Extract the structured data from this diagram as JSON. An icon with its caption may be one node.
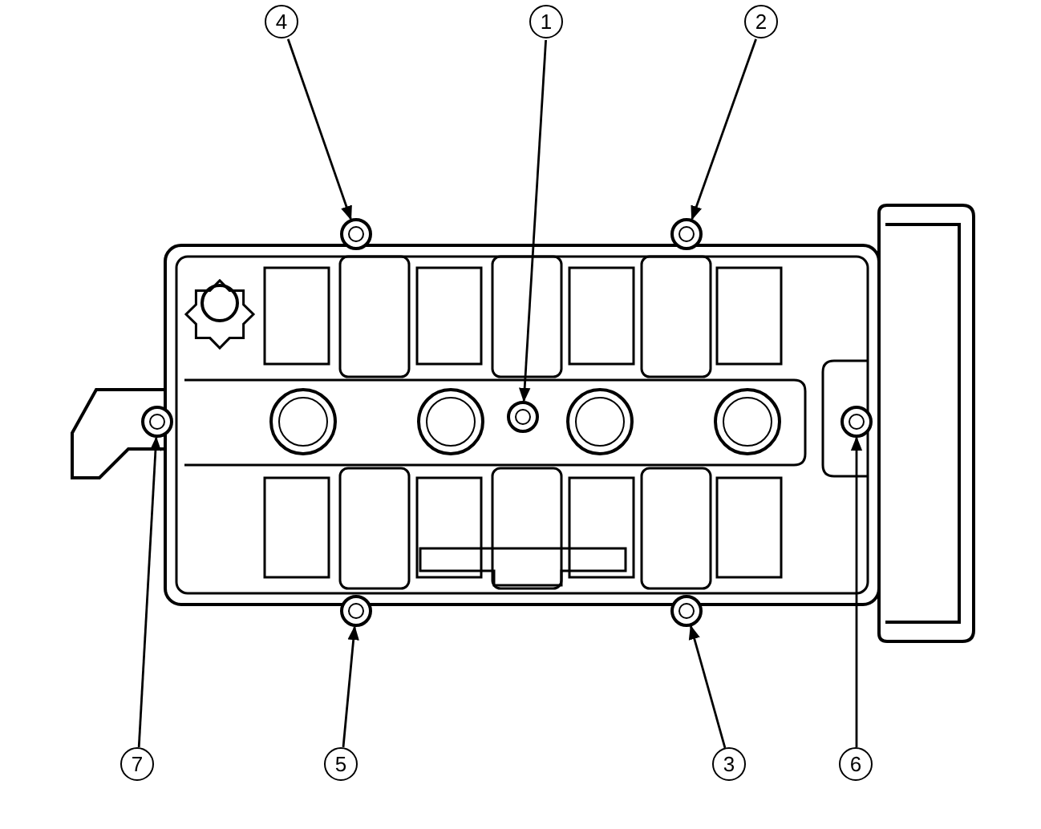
{
  "diagram": {
    "nodes": [
      {
        "text": [
          "4"
        ]
      },
      {
        "text": [
          "1"
        ]
      },
      {
        "text": [
          "2"
        ]
      },
      {
        "text": [
          "7"
        ]
      },
      {
        "text": [
          "5"
        ]
      },
      {
        "text": [
          "3"
        ]
      },
      {
        "text": [
          "6"
        ]
      },
      {
        "text": [],
        "shape": "circle"
      },
      {
        "text": [],
        "shape": "circle"
      },
      {
        "text": [],
        "shape": "circle"
      },
      {
        "text": [],
        "shape": "circle"
      },
      {
        "text": [],
        "shape": "circle"
      },
      {
        "text": [],
        "shape": "circle"
      },
      {
        "text": [],
        "shape": "circle"
      }
    ],
    "edges": [
      {
        "from": 0,
        "to": 8,
        "arrow": "to"
      },
      {
        "from": 1,
        "to": 10,
        "arrow": "to"
      },
      {
        "from": 2,
        "to": 11,
        "arrow": "to"
      },
      {
        "from": 3,
        "to": 7,
        "arrow": "to"
      },
      {
        "from": 4,
        "to": 9,
        "arrow": "to"
      },
      {
        "from": 5,
        "to": 12,
        "arrow": "to"
      },
      {
        "from": 6,
        "to": 13,
        "arrow": "to"
      }
    ]
  }
}
